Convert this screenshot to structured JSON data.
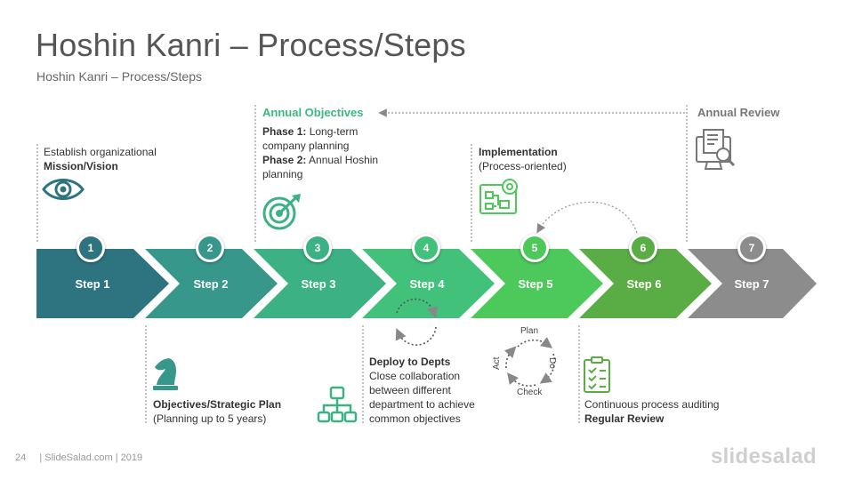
{
  "title": "Hoshin Kanri – Process/Steps",
  "subtitle": "Hoshin Kanri – Process/Steps",
  "steps": [
    {
      "num": "1",
      "label": "Step 1",
      "color": "#2e7480"
    },
    {
      "num": "2",
      "label": "Step 2",
      "color": "#37978a"
    },
    {
      "num": "3",
      "label": "Step 3",
      "color": "#3cb184"
    },
    {
      "num": "4",
      "label": "Step 4",
      "color": "#42c17a"
    },
    {
      "num": "5",
      "label": "Step 5",
      "color": "#4dc85a"
    },
    {
      "num": "6",
      "label": "Step 6",
      "color": "#5aad45"
    },
    {
      "num": "7",
      "label": "Step 7",
      "color": "#8c8c8c"
    }
  ],
  "step1": {
    "line1": "Establish organizational",
    "bold": "Mission/Vision"
  },
  "step2": {
    "bold": "Objectives/Strategic Plan",
    "line2": "(Planning  up to 5 years)"
  },
  "step3": {
    "heading": "Annual Objectives",
    "phase1_label": "Phase 1:",
    "phase1_text": " Long-term",
    "phase1_text2": "company planning",
    "phase2_label": "Phase 2:",
    "phase2_text": " Annual  Hoshin",
    "phase2_text2": "planning"
  },
  "step4": {
    "bold": "Deploy to Depts",
    "lines": [
      "Close collaboration",
      "between different",
      "department  to achieve",
      "common objectives"
    ]
  },
  "step5": {
    "bold": "Implementation",
    "line2": "(Process-oriented)"
  },
  "pdca": {
    "plan": "Plan",
    "do": "Do",
    "check": "Check",
    "act": "Act"
  },
  "step6": {
    "line1": "Continuous process auditing",
    "bold": "Regular Review"
  },
  "step7": {
    "heading": "Annual Review"
  },
  "footer": {
    "page": "24",
    "credit": "| SlideSalad.com | 2019"
  },
  "brand": "slidesalad",
  "colors": {
    "accent_green": "#3db87f",
    "grey": "#8c8c8c",
    "icon_green": "#3cb184",
    "icon_dark": "#2e7480"
  }
}
